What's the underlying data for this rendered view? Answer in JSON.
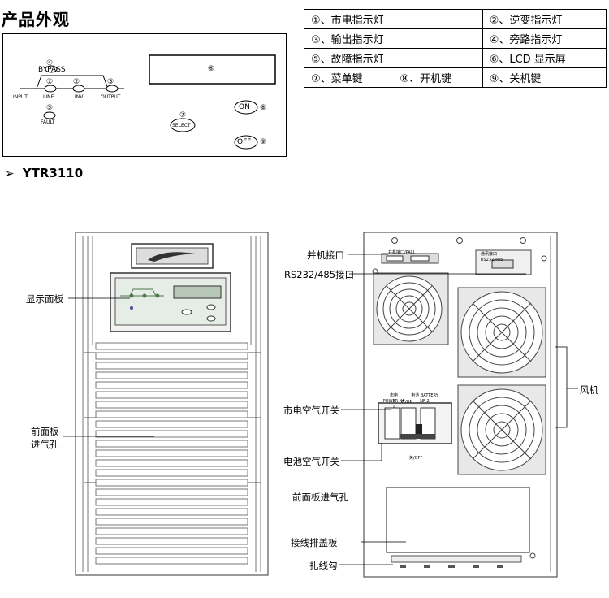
{
  "title": "产品外观",
  "panel": {
    "labels": {
      "bypass": "BYPASS",
      "input": "INPUT",
      "line": "LINE",
      "inv": "INV",
      "output": "OUTPUT",
      "fault": "FAULT",
      "select": "SELECT",
      "on": "ON",
      "off": "OFF"
    },
    "numbers": {
      "n1": "①",
      "n2": "②",
      "n3": "③",
      "n4": "④",
      "n5": "⑤",
      "n6": "⑥",
      "n7": "⑦",
      "n8": "⑧",
      "n9": "⑨"
    }
  },
  "legend": {
    "rows": [
      [
        "①、市电指示灯",
        "②、逆变指示灯"
      ],
      [
        "③、输出指示灯",
        "④、旁路指示灯"
      ],
      [
        "⑤、故障指示灯",
        "⑥、LCD 显示屏"
      ],
      [
        "⑦、菜单键",
        "⑧、开机键",
        "⑨、关机键"
      ]
    ]
  },
  "model": "YTR3110",
  "front_labels": {
    "display_panel": "显示面板",
    "air_inlet_line1": "前面板",
    "air_inlet_line2": "进气孔"
  },
  "rear_labels": {
    "parallel_port": "并机接口",
    "rs232": "RS232/485接口",
    "mains_breaker": "市电空气开关",
    "battery_breaker": "电池空气开关",
    "front_inlet": "前面板进气孔",
    "cable_cover": "接线排盖板",
    "cable_hook": "扎线勾",
    "fan": "风机"
  },
  "rear_small": {
    "parallel_txt": "并机接口/PALL",
    "rs_txt": "通讯接口 RS232/485",
    "power_txt": "市电 POWER NF 1",
    "battery_txt": "电池 BATTERY NF 2",
    "on_txt": "开/ON",
    "off_txt": "关/OFF"
  }
}
